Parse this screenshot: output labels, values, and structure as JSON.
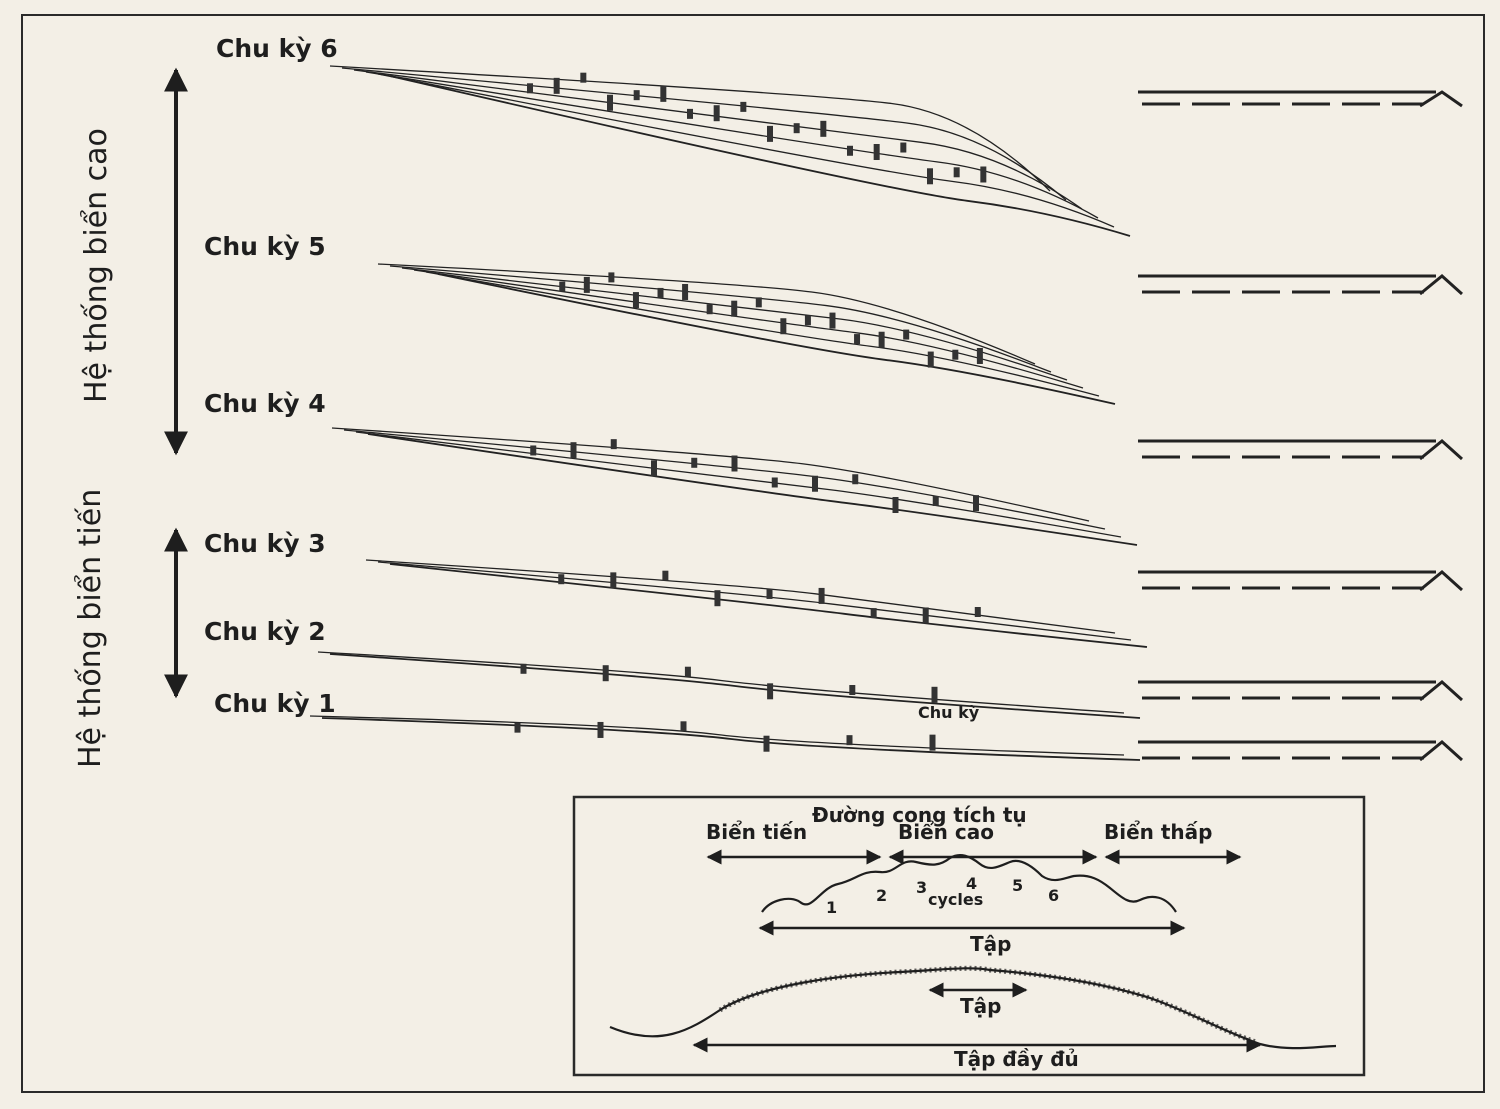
{
  "cycles": [
    {
      "id": 6,
      "label": "Chu kỳ 6"
    },
    {
      "id": 5,
      "label": "Chu kỳ 5"
    },
    {
      "id": 4,
      "label": "Chu kỳ 4"
    },
    {
      "id": 3,
      "label": "Chu kỳ 3"
    },
    {
      "id": 2,
      "label": "Chu kỳ 2"
    },
    {
      "id": 1,
      "label": "Chu kỳ 1"
    }
  ],
  "systems": {
    "highstand": "Hệ thống biển cao",
    "transgressive": "Hệ thống biển tiến"
  },
  "small_cycle_label": "Chu kỳ",
  "inset": {
    "curve_title": "Đường cong tích tụ",
    "phases": [
      "Biển tiến",
      "Biển cao",
      "Biển thấp"
    ],
    "cycle_numbers": [
      "1",
      "2",
      "3",
      "4",
      "5",
      "6"
    ],
    "cycles_word": "cycles",
    "tap_label": "Tập",
    "tap_inner_label": "Tập",
    "full_label": "Tập đầy đủ"
  }
}
